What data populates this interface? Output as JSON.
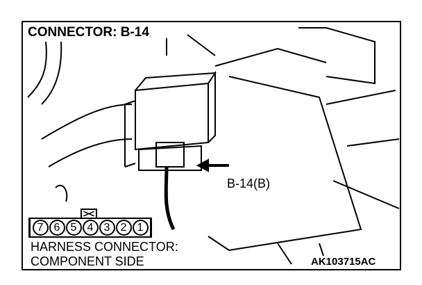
{
  "title": "CONNECTOR: B-14",
  "callout_label": "B-14(B)",
  "harness": {
    "line1": "HARNESS CONNECTOR:",
    "line2": "COMPONENT SIDE"
  },
  "figure_code": "AK103715AC",
  "pins": [
    "7",
    "6",
    "5",
    "4",
    "3",
    "2",
    "1"
  ]
}
